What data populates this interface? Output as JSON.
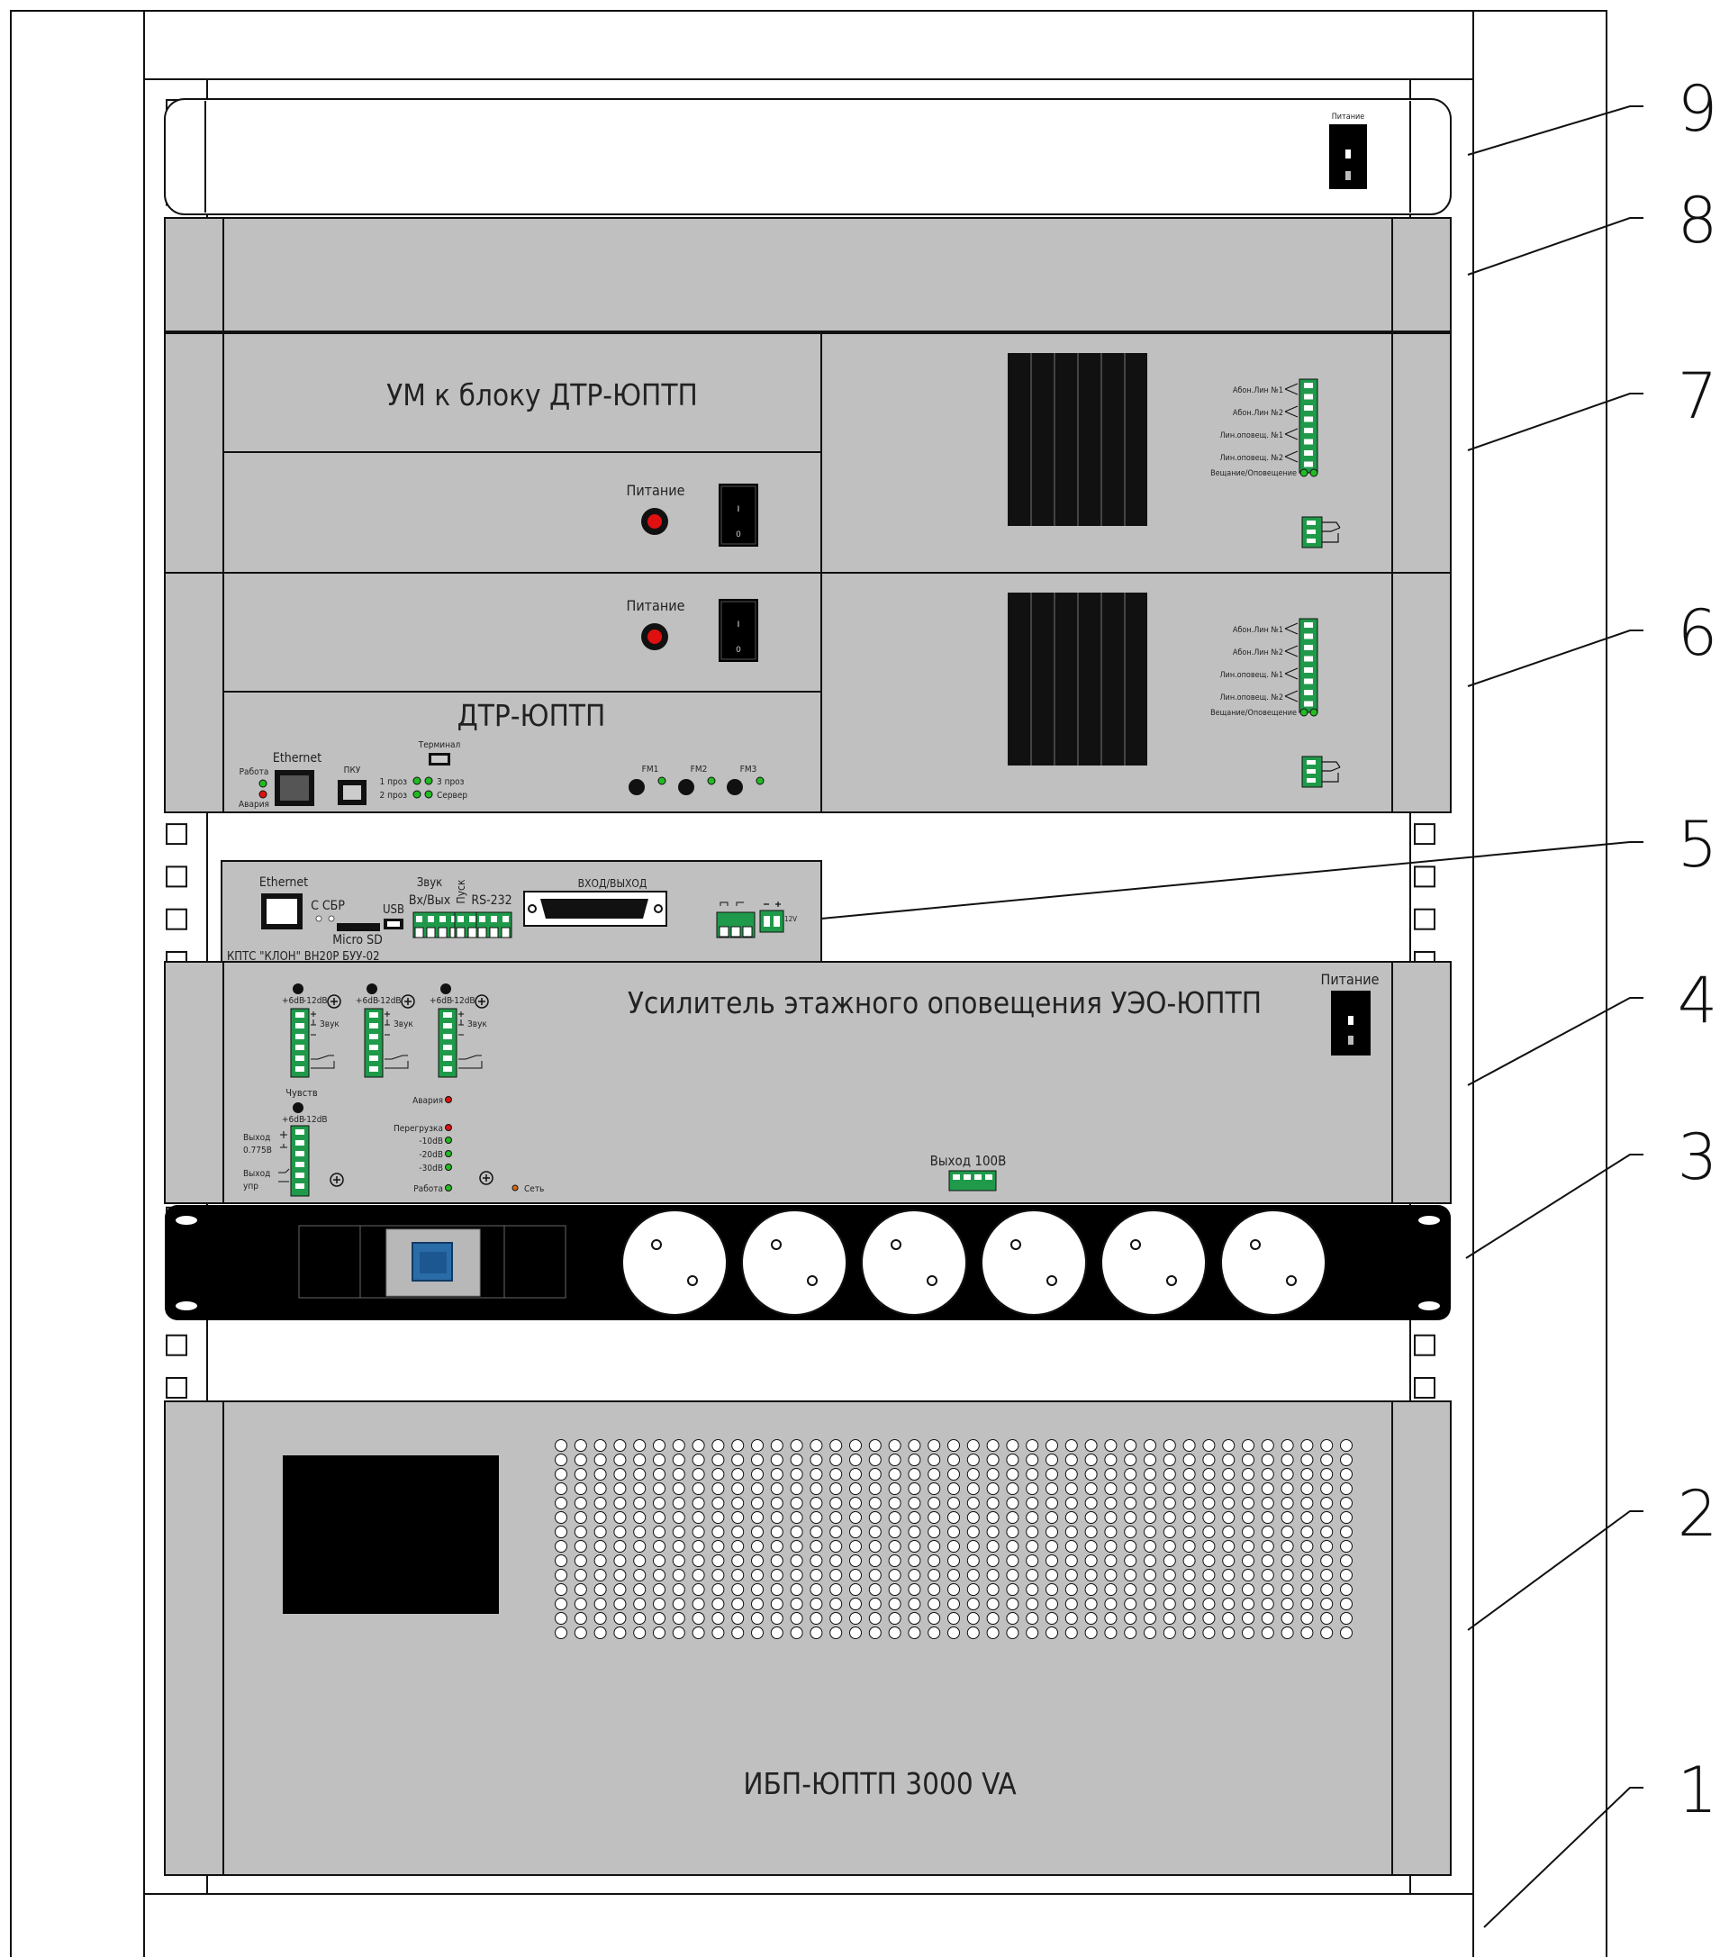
{
  "callouts": [
    "1",
    "2",
    "3",
    "4",
    "5",
    "6",
    "7",
    "8",
    "9"
  ],
  "panel9": {
    "power": "Питание",
    "switch_top": "I",
    "switch_bottom": "0"
  },
  "panel7": {
    "title": "УМ к блоку ДТР-ЮПТП",
    "power": "Питание",
    "switch_top": "I",
    "switch_bottom": "0",
    "terminals": [
      "Абон.Лин №1",
      "Абон.Лин №2",
      "Лин.оповещ. №1",
      "Лин.оповещ. №2",
      "Вещание/Оповещение"
    ]
  },
  "panel6": {
    "title": "ДТР-ЮПТП",
    "power": "Питание",
    "switch_top": "I",
    "switch_bottom": "0",
    "ethernet": "Ethernet",
    "rabota": "Работа",
    "avaria": "Авария",
    "pku": "ПКУ",
    "terminal": "Терминал",
    "proz1": "1 проз",
    "proz2": "2 проз",
    "proz3": "3 проз",
    "server": "Сервер",
    "fm": [
      "FM1",
      "FM2",
      "FM3"
    ],
    "terminals": [
      "Абон.Лин №1",
      "Абон.Лин №2",
      "Лин.оповещ. №1",
      "Лин.оповещ. №2",
      "Вещание/Оповещение"
    ]
  },
  "panel5": {
    "ethernet": "Ethernet",
    "c_sbr": "С СБР",
    "micro_sd": "Micro SD",
    "usb": "USB",
    "zvuk": "Звук",
    "vx_vyx": "Вх/Вых",
    "pusk": "Пуск",
    "rs232": "RS-232",
    "vhod_vyhod": "ВХОД/ВЫХОД",
    "v12": "12V",
    "model": "КПТС \"КЛОН\"   ВН20Р БУУ-02"
  },
  "panel4": {
    "title": "Усилитель этажного оповещения УЭО-ЮПТП",
    "power": "Питание",
    "switch_top": "I",
    "switch_bottom": "0",
    "gain_plus": "+6dB",
    "gain_minus": "-12dB",
    "zvuk": "Звук",
    "chuvstv": "Чувств",
    "vyhod": "Выход",
    "v0775": "0.775В",
    "vyhod_upr1": "Выход",
    "vyhod_upr2": "упр",
    "avaria": "Авария",
    "peregruzka": "Перегрузка",
    "db10": "-10dB",
    "db20": "-20dB",
    "db30": "-30dB",
    "rabota": "Работа",
    "set": "Сеть",
    "vyhod100": "Выход 100В"
  },
  "panel2": {
    "title": "ИБП-ЮПТП 3000 VA"
  },
  "colors": {
    "panel": "#c0c0c0",
    "outline": "#111111",
    "terminal_green": "#1f9a4a",
    "led_green": "#22bb22",
    "led_red": "#dd1111",
    "breaker_blue": "#2a6ca8",
    "black": "#000000"
  }
}
